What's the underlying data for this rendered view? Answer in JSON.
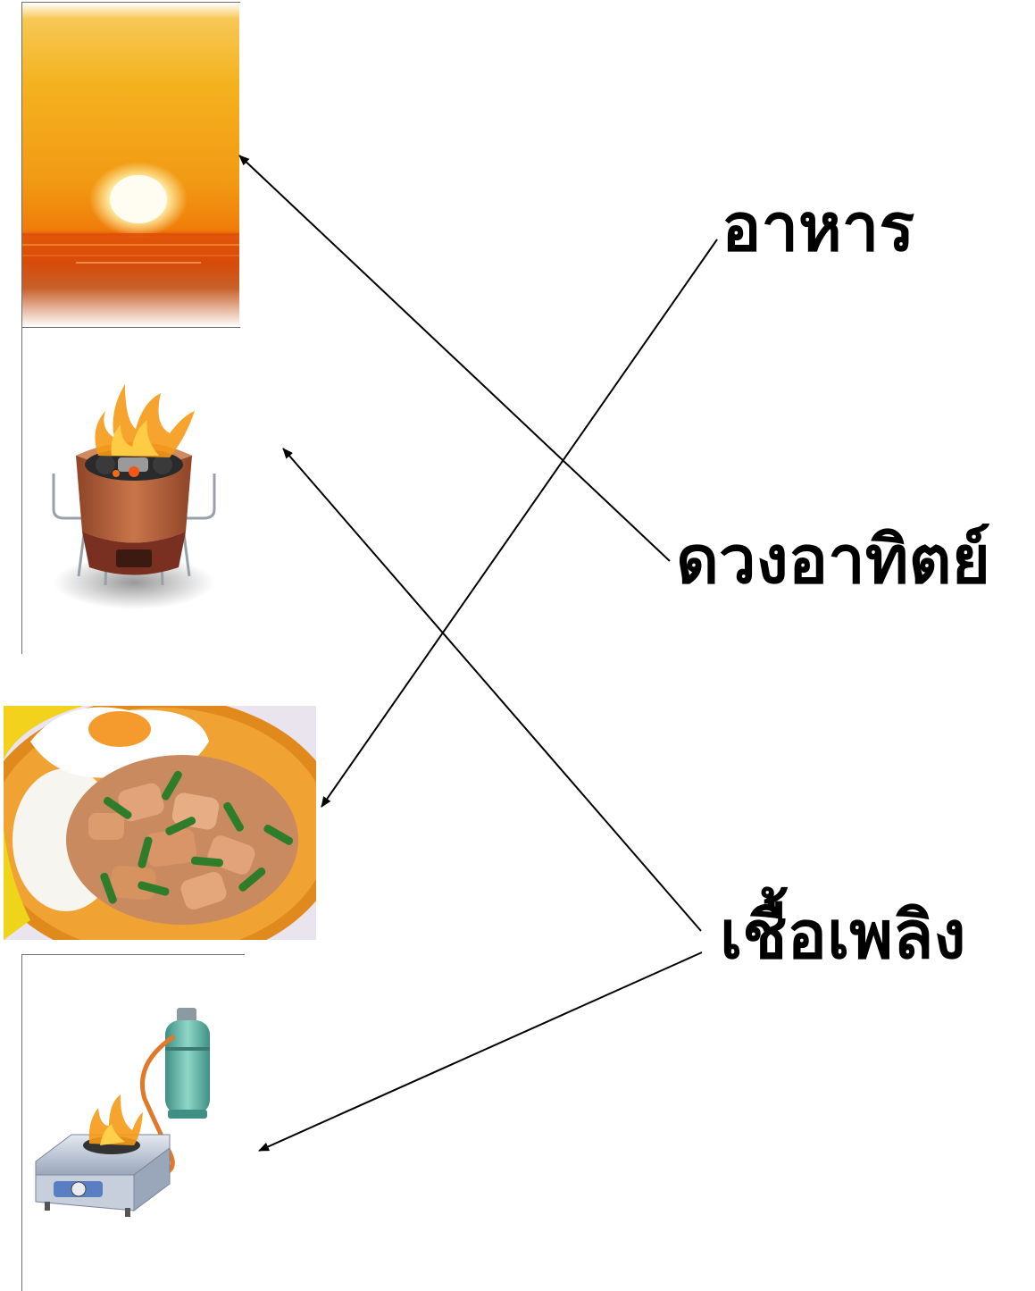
{
  "words": {
    "food": "อาหาร",
    "sun": "ดวงอาทิตย์",
    "fuel": "เชื้อเพลิง"
  },
  "pictures": [
    "sunset-picture",
    "charcoal-stove-picture",
    "food-plate-picture",
    "gas-stove-picture"
  ],
  "colors": {
    "sky_top": "#f4b21f",
    "sky_mid": "#f07d0a",
    "sea": "#d84a08",
    "clay_stove": "#b0603a",
    "flame": "#f59a16",
    "plate_rim": "#e08a1e",
    "gas_tank": "#5fb7a8",
    "stove_body": "#b9c4d6",
    "arrow": "#000000"
  },
  "connections": [
    {
      "from": "ดวงอาทิตย์",
      "to": "sunset-picture"
    },
    {
      "from": "อาหาร",
      "to": "food-plate-picture"
    },
    {
      "from": "เชื้อเพลิง",
      "to": "charcoal-stove-picture"
    },
    {
      "from": "เชื้อเพลิง",
      "to": "gas-stove-picture"
    }
  ]
}
